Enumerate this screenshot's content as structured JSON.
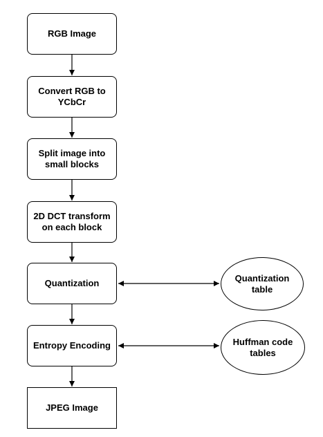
{
  "diagram": {
    "nodes": {
      "rgb_image": "RGB Image",
      "convert": "Convert RGB to\nYCbCr",
      "split": "Split image into\nsmall blocks",
      "dct": "2D DCT transform\non each block",
      "quantization": "Quantization",
      "entropy": "Entropy Encoding",
      "jpeg_image": "JPEG Image",
      "quant_table": "Quantization\ntable",
      "huffman": "Huffman code\ntables"
    },
    "edges": [
      {
        "from": "rgb_image",
        "to": "convert",
        "direction": "forward"
      },
      {
        "from": "convert",
        "to": "split",
        "direction": "forward"
      },
      {
        "from": "split",
        "to": "dct",
        "direction": "forward"
      },
      {
        "from": "dct",
        "to": "quantization",
        "direction": "forward"
      },
      {
        "from": "quantization",
        "to": "entropy",
        "direction": "forward"
      },
      {
        "from": "entropy",
        "to": "jpeg_image",
        "direction": "forward"
      },
      {
        "from": "quantization",
        "to": "quant_table",
        "direction": "both"
      },
      {
        "from": "entropy",
        "to": "huffman",
        "direction": "both"
      }
    ],
    "colors": {
      "stroke": "#000000",
      "fill": "#ffffff",
      "text": "#000000"
    }
  }
}
